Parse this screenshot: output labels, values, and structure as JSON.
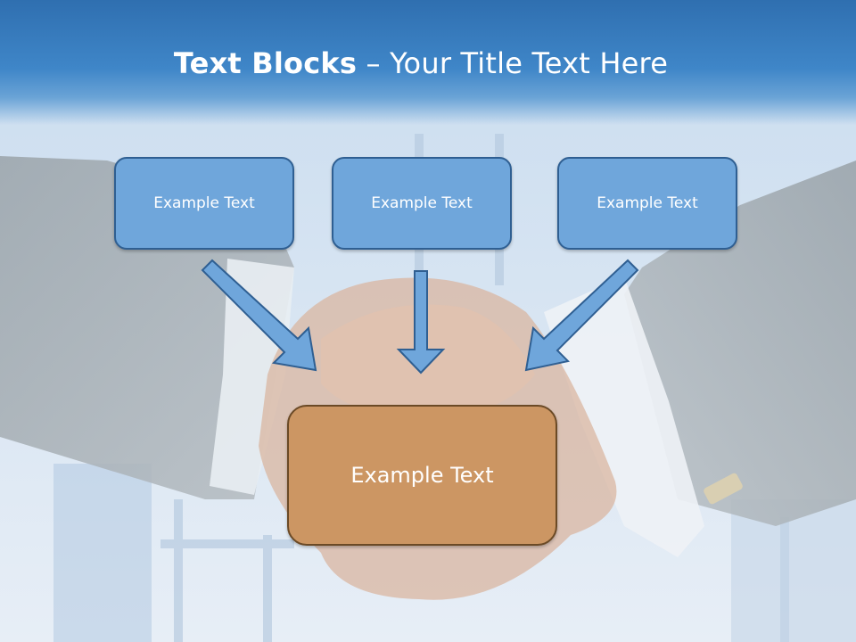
{
  "slide": {
    "title_bold": "Text Blocks",
    "title_dash": " – ",
    "title_rest": "Your Title Text Here"
  },
  "blocks": [
    {
      "label": "Example Text"
    },
    {
      "label": "Example Text"
    },
    {
      "label": "Example Text"
    }
  ],
  "center_block": {
    "label": "Example Text"
  },
  "colors": {
    "title_band": "#3f86c8",
    "small_box_fill": "#6fa6db",
    "small_box_border": "#2f5f92",
    "center_box_fill": "#cc9663",
    "center_box_border": "#6b4a26",
    "arrow_fill": "#6fa6db",
    "arrow_border": "#2f5f92"
  },
  "background_image": "handshake-photo"
}
